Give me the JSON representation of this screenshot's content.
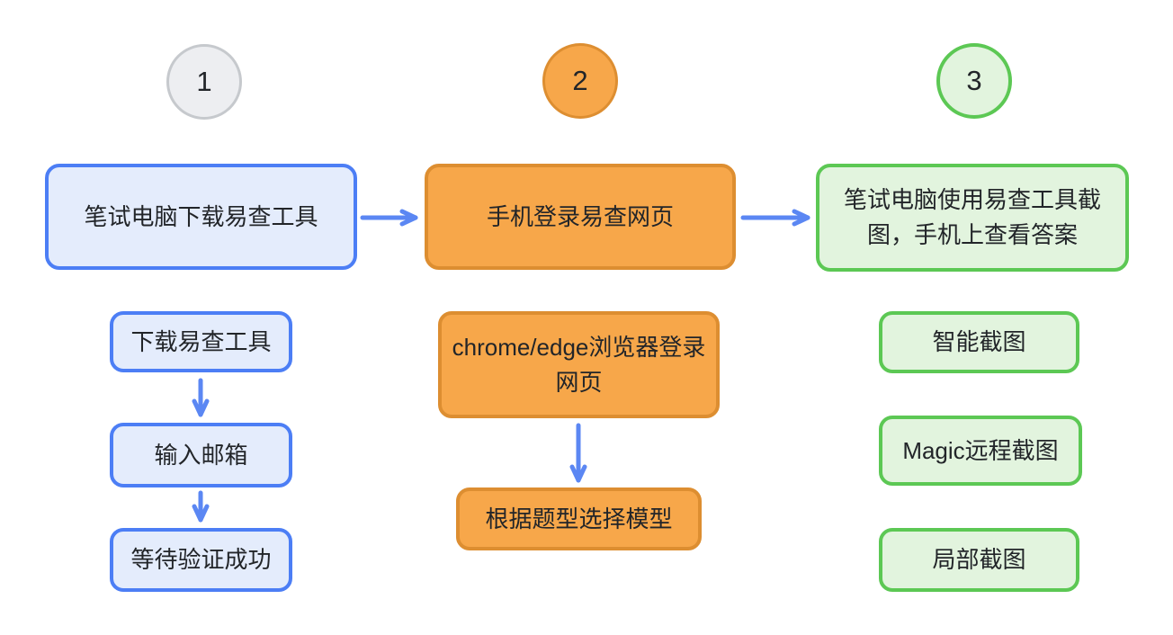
{
  "theme": {
    "colors": {
      "background": "#ffffff",
      "text": "#222529",
      "arrow": "#5b87f3",
      "blue_fill": "#e4ecfc",
      "blue_border": "#4c7ef5",
      "orange_fill": "#f7a74a",
      "orange_border": "#dd8e31",
      "green_fill": "#e2f4de",
      "green_border": "#5cc854",
      "gray_fill": "#edeef1",
      "gray_border": "#c6c9cd"
    }
  },
  "diagram": {
    "type": "flowchart",
    "columns": [
      {
        "step_number": "1",
        "main": "笔试电脑下载易查工具",
        "children": [
          "下载易查工具",
          "输入邮箱",
          "等待验证成功"
        ]
      },
      {
        "step_number": "2",
        "main": "手机登录易查网页",
        "children": [
          "chrome/edge浏览器登录网页",
          "根据题型选择模型"
        ]
      },
      {
        "step_number": "3",
        "main": "笔试电脑使用易查工具截图，手机上查看答案",
        "children": [
          "智能截图",
          "Magic远程截图",
          "局部截图"
        ]
      }
    ]
  }
}
